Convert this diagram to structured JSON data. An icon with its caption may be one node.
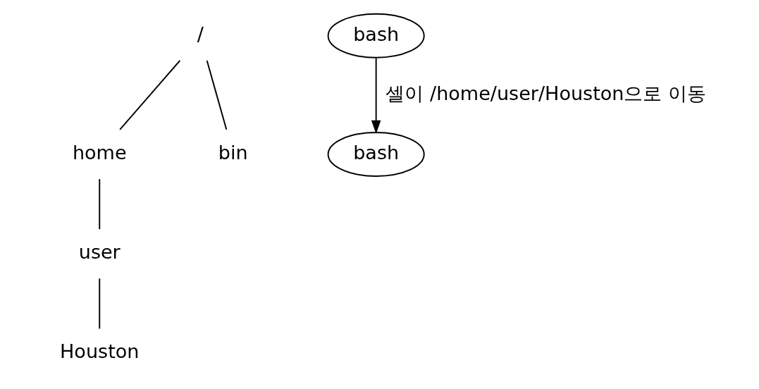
{
  "diagram": {
    "nodes": [
      {
        "text": [
          "/"
        ]
      },
      {
        "text": [
          "home"
        ]
      },
      {
        "text": [
          "bin"
        ]
      },
      {
        "text": [
          "user"
        ]
      },
      {
        "text": [
          "Houston"
        ]
      },
      {
        "text": [
          "bash"
        ]
      },
      {
        "text": [
          "bash"
        ]
      }
    ],
    "edges": [
      {
        "from": 0,
        "to": 1,
        "arrow": "none"
      },
      {
        "from": 0,
        "to": 2,
        "arrow": "none"
      },
      {
        "from": 1,
        "to": 3,
        "arrow": "none"
      },
      {
        "from": 3,
        "to": 4,
        "arrow": "none"
      },
      {
        "from": 5,
        "to": 6,
        "arrow": "to",
        "label": "셀이 /home/user/Houston으로 이동"
      }
    ]
  }
}
